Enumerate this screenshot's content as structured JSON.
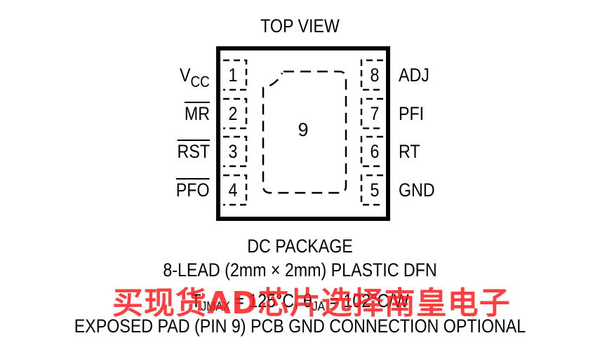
{
  "title": "TOP VIEW",
  "pins_left": [
    {
      "number": "1",
      "label_main": "V",
      "label_sub": "CC",
      "overline": false
    },
    {
      "number": "2",
      "label_main": "MR",
      "label_sub": "",
      "overline": true
    },
    {
      "number": "3",
      "label_main": "RST",
      "label_sub": "",
      "overline": true
    },
    {
      "number": "4",
      "label_main": "PFO",
      "label_sub": "",
      "overline": true
    }
  ],
  "pins_right": [
    {
      "number": "8",
      "label": "ADJ"
    },
    {
      "number": "7",
      "label": "PFI"
    },
    {
      "number": "6",
      "label": "RT"
    },
    {
      "number": "5",
      "label": "GND"
    }
  ],
  "exposed_pad_number": "9",
  "package_name": "DC PACKAGE",
  "package_desc": "8-LEAD (2mm × 2mm) PLASTIC DFN",
  "thermal": {
    "t": "T",
    "t_sub": "JMAX",
    "t_value": " = 125°C, θ",
    "theta_sub": "JA",
    "theta_value": " = 102°C/W"
  },
  "exposed_note": "EXPOSED PAD (PIN 9) PCB GND CONNECTION OPTIONAL",
  "watermark": "买现货AD芯片选择南皇电子",
  "colors": {
    "ink": "#000000",
    "watermark": "#ff1e1e",
    "background": "#ffffff"
  }
}
